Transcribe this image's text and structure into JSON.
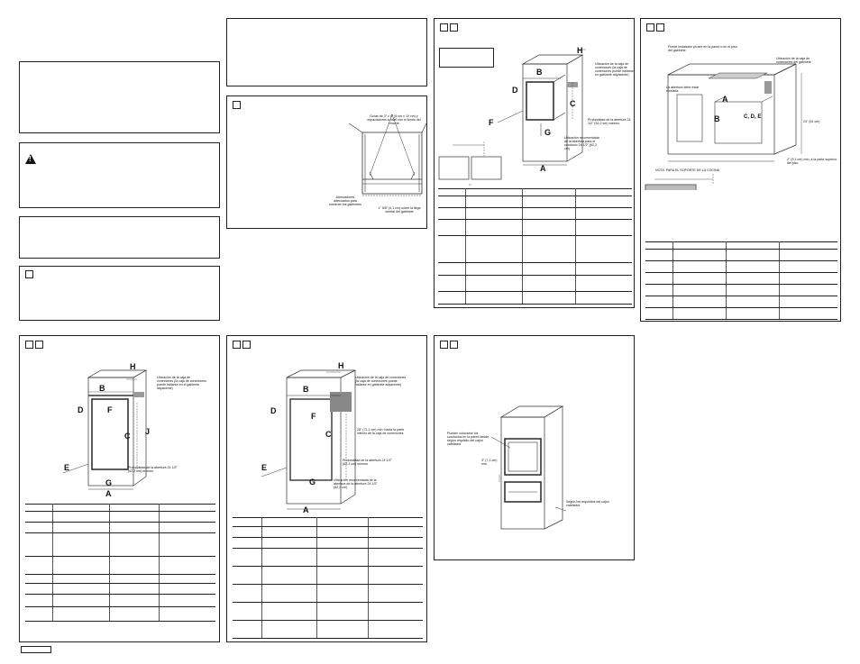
{
  "letters": {
    "a": "A",
    "b": "B",
    "c": "C",
    "d": "D",
    "e": "E",
    "f": "F",
    "g": "G",
    "h": "H",
    "j": "J",
    "cde": "C, D, E"
  },
  "notes": {
    "level_callout": "Guías de 3\" x 4\" (8 cm x 10 cm) y espaciadores a nivel con el fondo del recorte",
    "width_callout": "1\" 5/8\" (4,1 cm) sobre la llega central del gabinete",
    "spacers_callout": "Atenuadores adecuados para sostener los gabinetes",
    "junction_box_a": "Ubicación de la caja de conexiones (la caja de conexiones puede hallarse en gabinete adyacente)",
    "junction_box_b": "Ubicación de la caja de conexiones (la caja de conexiones puede hallarse en el gabinete adyacente)",
    "junction_box_c": "Ubicación de la caja de conexiones (la caja de conexiones puede hallarse en gabinete adyacente)",
    "cutout_depth_a": "Profundidad de la abertura 24 1/2\" (62,2 cm) mínimo",
    "cutout_depth_b": "Profundidad de la abertura 24 1/2\" (62,2 cm) mínimo",
    "conduit_a": "Ubicación recomendada de la abertura para el conducto 24 1/2\" (62,2 cm)",
    "conduit_b": "Ubicación recomendada de la abertura de la abertura 24 1/2\" (62,2 cm)",
    "dim_from_box": "28\" (71,1 cm) mín. hasta la parte inferior de la caja de conexiones",
    "support_callout": "Pueden colocarse los conductos en la pared desde, según requisito del cajón calefactor",
    "spacing_callout": "3\" (7,1 cm) min.",
    "drawer_reqs": "Según los requisitos del cajón calefactor",
    "bottom_callout": "2\" (5,1 cm) mín. a la parte superior del piso",
    "wall_callout_1": "Puede instalarse ya sea en la pared o en el piso del gabinete",
    "wall_callout_2": "Ubicación de la caja de conexiones del gabinete",
    "depth_note": "24\" (61 cm)",
    "cooktop_note": "NOTA: PARA EL SOPORTE DE LA COCINA",
    "cabinet_note": "La abertura debe estar nivelada"
  }
}
